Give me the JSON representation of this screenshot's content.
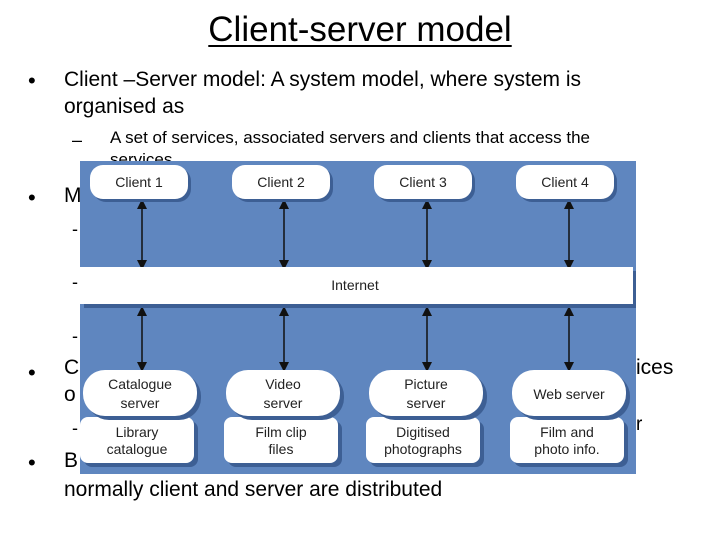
{
  "slide": {
    "title": "Client-server model",
    "bullet1": {
      "text_line1": "Client –Server model: A system model, where system is",
      "text_line2": "organised as",
      "sub1_line1": "A set of services, associated servers and clients that access the",
      "sub1_line2": "services"
    },
    "bullet2_visible": "M",
    "bullet3_visible": "C",
    "bullet3_line2_visible": "o",
    "bullet3_right": "ices",
    "bullet3_sub_right": "r",
    "bullet4_visible": "B",
    "bullet4_line2": "normally client and server are distributed"
  },
  "diagram": {
    "clients": [
      {
        "label": "Client 1"
      },
      {
        "label": "Client 2"
      },
      {
        "label": "Client 3"
      },
      {
        "label": "Client 4"
      }
    ],
    "network": {
      "label": "Internet"
    },
    "servers": [
      {
        "label_lines": [
          "Catalogue",
          "server"
        ],
        "data_lines": [
          "Library",
          "catalogue"
        ]
      },
      {
        "label_lines": [
          "Video",
          "server"
        ],
        "data_lines": [
          "Film clip",
          "files"
        ]
      },
      {
        "label_lines": [
          "Picture",
          "server"
        ],
        "data_lines": [
          "Digitised",
          "photographs"
        ]
      },
      {
        "label_lines": [
          "Web server"
        ],
        "data_lines": [
          "Film and",
          "photo info."
        ]
      }
    ],
    "colors": {
      "background": "#5f86bf",
      "box_fill": "#ffffff",
      "box_shadow": "#3d5f94",
      "arrow": "#111111"
    }
  }
}
